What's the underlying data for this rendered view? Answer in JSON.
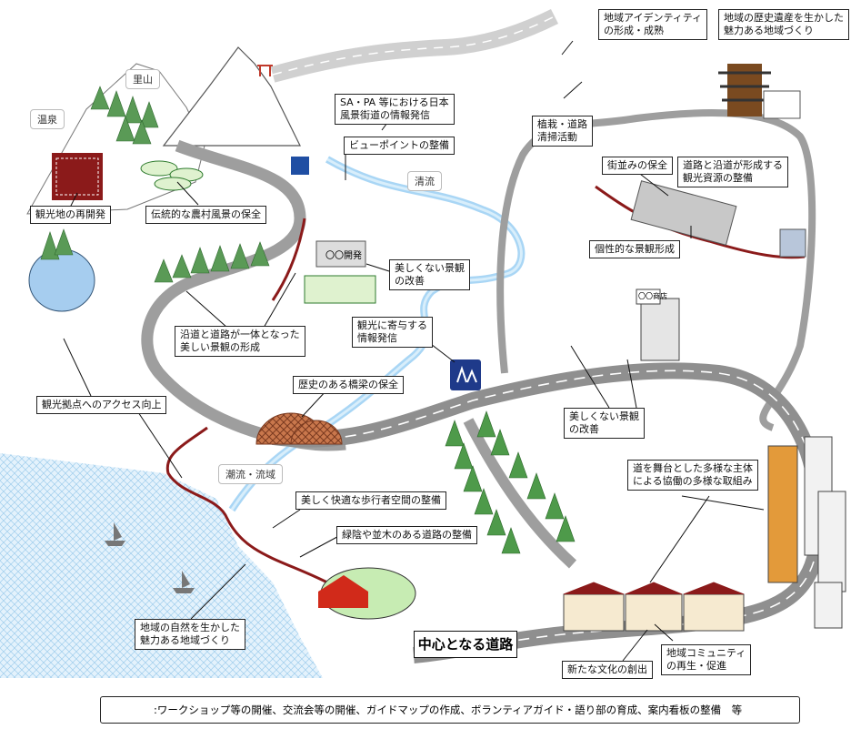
{
  "area_labels": {
    "satoyama": "里山",
    "onsen": "温泉",
    "seiryu": "清流",
    "shiokyuryuiki": "潮流・流域"
  },
  "billboard_text": "〇〇開発",
  "building_sign": "〇〇商店",
  "callouts": {
    "tourist_redevelopment": "観光地の再開発",
    "traditional_farm": "伝統的な農村風景の保全",
    "sa_pa_line1": "SA・PA 等における日本",
    "sa_pa_line2": "風景街道の情報発信",
    "viewpoint": "ビューポイントの整備",
    "ugly_landscape_1_line1": "美しくない景観",
    "ugly_landscape_1_line2": "の改善",
    "roadside_line1": "沿道と道路が一体となった",
    "roadside_line2": "美しい景観の形成",
    "tourism_info_line1": "観光に寄与する",
    "tourism_info_line2": "情報発信",
    "access_line1": "観光拠点へのアクセス向上",
    "bridge": "歴史のある橋梁の保全",
    "identity_line1": "地域アイデンティティ",
    "identity_line2": "の形成・成熟",
    "heritage_line1": "地域の歴史遺産を生かした",
    "heritage_line2": "魅力ある地域づくり",
    "planting_line1": "植栽・道路",
    "planting_line2": "清掃活動",
    "townscape": "街並みの保全",
    "resource_line1": "道路と沿道が形成する",
    "resource_line2": "観光資源の整備",
    "unique_landscape": "個性的な景観形成",
    "ugly_landscape_2_line1": "美しくない景観",
    "ugly_landscape_2_line2": "の改善",
    "stage_line1": "道を舞台とした多様な主体",
    "stage_line2": "による協働の多様な取組み",
    "pedestrian": "美しく快適な歩行者空間の整備",
    "green_road": "緑陰や並木のある道路の整備",
    "nature_line1": "地域の自然を生かした",
    "nature_line2": "魅力ある地域づくり",
    "new_culture": "新たな文化の創出",
    "community_line1": "地域コミュニティ",
    "community_line2": "の再生・促進"
  },
  "central_road": "中心となる道路",
  "footer": ":ワークショップ等の開催、交流会等の開催、ガイドマップの作成、ボランティアガイド・語り部の育成、案内看板の整備　等"
}
